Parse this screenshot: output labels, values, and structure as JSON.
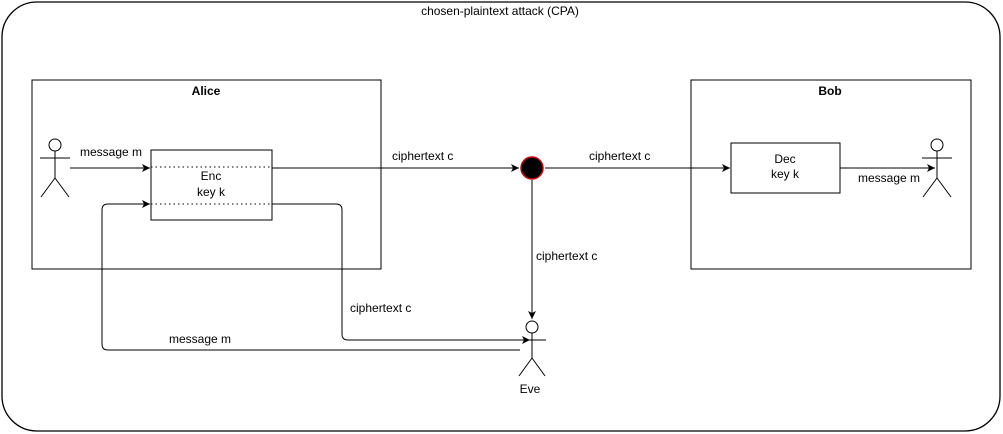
{
  "title": "chosen-plaintext attack (CPA)",
  "alice": {
    "label": "Alice",
    "encoder": {
      "line1": "Enc",
      "line2": "key k"
    }
  },
  "bob": {
    "label": "Bob",
    "decoder": {
      "line1": "Dec",
      "line2": "key k"
    }
  },
  "eve": {
    "label": "Eve"
  },
  "edges": {
    "alice_to_enc": "message m",
    "enc_to_node": "ciphertext c",
    "node_to_dec": "ciphertext c",
    "dec_to_bob": "message m",
    "node_to_eve": "ciphertext c",
    "enc_to_eve": "ciphertext c",
    "eve_to_enc": "message m"
  },
  "colors": {
    "stroke": "#000000",
    "background": "#ffffff",
    "intercept_node_fill": "#000000",
    "intercept_node_ring": "#cc0000"
  }
}
